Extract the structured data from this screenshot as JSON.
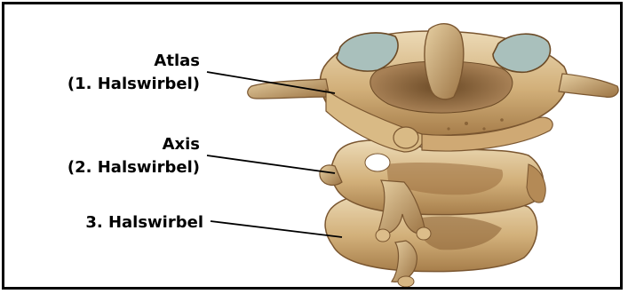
{
  "labels": {
    "atlas": {
      "line1": "Atlas",
      "line2": "(1. Halswirbel)"
    },
    "axis": {
      "line1": "Axis",
      "line2": "(2. Halswirbel)"
    },
    "c3": {
      "line1": "3. Halswirbel"
    }
  },
  "colors": {
    "border": "#000000",
    "background": "#ffffff",
    "bone_light": "#e8d4ac",
    "bone_mid": "#c9a56e",
    "bone_dark": "#8a6438",
    "cartilage": "#a9c0bc",
    "leader_line": "#000000"
  }
}
